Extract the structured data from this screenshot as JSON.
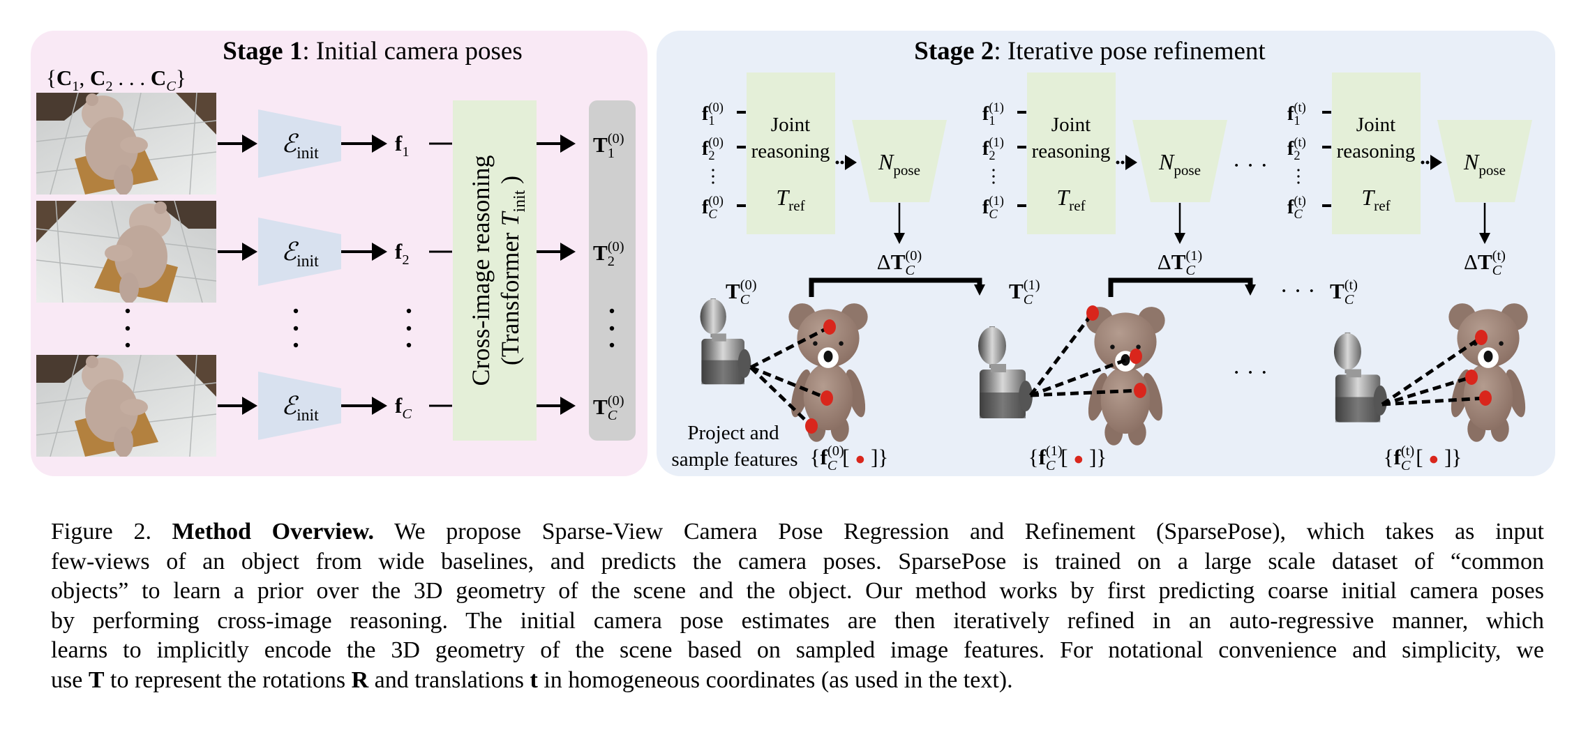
{
  "colors": {
    "stage1_bg": "#f9e9f5",
    "stage2_bg": "#e9eff8",
    "green_block": "#e4efd8",
    "encoder": "#d8e1ef",
    "pose_column": "#cfcfcf",
    "sample_dot": "#d9261c"
  },
  "stage1": {
    "title_bold": "Stage 1",
    "title_rest": ": Initial camera poses",
    "input_set": [
      [
        "{",
        "r"
      ],
      [
        "C",
        "b"
      ],
      [
        "1",
        "r",
        "sub"
      ],
      [
        ", ",
        "r"
      ],
      [
        "C",
        "b"
      ],
      [
        "2",
        "r",
        "sub"
      ],
      [
        " . . . ",
        "r"
      ],
      [
        "C",
        "b"
      ],
      [
        "C",
        "i",
        "sub"
      ],
      [
        "}",
        "r"
      ]
    ],
    "rows": [
      {
        "encoder": [
          [
            "ℰ",
            "i"
          ],
          [
            "init",
            "r",
            "sub"
          ]
        ],
        "feature": [
          [
            "f",
            "b"
          ],
          [
            "1",
            "r",
            "sub"
          ]
        ],
        "pose": [
          [
            "T",
            "b"
          ],
          [
            "(0)",
            "r",
            "sup"
          ],
          [
            "1",
            "r",
            "sub",
            1
          ]
        ]
      },
      {
        "encoder": [
          [
            "ℰ",
            "i"
          ],
          [
            "init",
            "r",
            "sub"
          ]
        ],
        "feature": [
          [
            "f",
            "b"
          ],
          [
            "2",
            "r",
            "sub"
          ]
        ],
        "pose": [
          [
            "T",
            "b"
          ],
          [
            "(0)",
            "r",
            "sup"
          ],
          [
            "2",
            "r",
            "sub",
            1
          ]
        ]
      },
      {
        "encoder": [
          [
            "ℰ",
            "i"
          ],
          [
            "init",
            "r",
            "sub"
          ]
        ],
        "feature": [
          [
            "f",
            "b"
          ],
          [
            "C",
            "i",
            "sub"
          ]
        ],
        "pose": [
          [
            "T",
            "b"
          ],
          [
            "(0)",
            "r",
            "sup"
          ],
          [
            "C",
            "i",
            "sub",
            1
          ]
        ]
      }
    ],
    "transformer_line1": [
      [
        "Cross-image reasoning",
        "r"
      ]
    ],
    "transformer_line2": [
      [
        "(Transformer ",
        "r"
      ],
      [
        "T",
        "i"
      ],
      [
        "init",
        "r",
        "sub"
      ],
      [
        " )",
        "r"
      ]
    ]
  },
  "stage2": {
    "title_bold": "Stage 2",
    "title_rest": ": Iterative pose refinement",
    "blocks": [
      {
        "features": [
          [
            [
              "f",
              "b"
            ],
            [
              "(0)",
              "r",
              "sup"
            ],
            [
              "1",
              "r",
              "sub",
              1
            ]
          ],
          [
            [
              "f",
              "b"
            ],
            [
              "(0)",
              "r",
              "sup"
            ],
            [
              "2",
              "r",
              "sub",
              1
            ]
          ],
          [
            [
              "f",
              "b"
            ],
            [
              "(0)",
              "r",
              "sup"
            ],
            [
              "C",
              "i",
              "sub",
              1
            ]
          ]
        ],
        "joint": "Joint",
        "reasoning": "reasoning",
        "tref": [
          [
            "T",
            "i"
          ],
          [
            "ref",
            "r",
            "sub"
          ]
        ],
        "npose": [
          [
            "N",
            "i"
          ],
          [
            "pose",
            "r",
            "sub"
          ]
        ],
        "delta": [
          [
            "Δ",
            "r"
          ],
          [
            "T",
            "b"
          ],
          [
            "(0)",
            "r",
            "sup"
          ],
          [
            "C",
            "i",
            "sub",
            1
          ]
        ]
      },
      {
        "features": [
          [
            [
              "f",
              "b"
            ],
            [
              "(1)",
              "r",
              "sup"
            ],
            [
              "1",
              "r",
              "sub",
              1
            ]
          ],
          [
            [
              "f",
              "b"
            ],
            [
              "(1)",
              "r",
              "sup"
            ],
            [
              "2",
              "r",
              "sub",
              1
            ]
          ],
          [
            [
              "f",
              "b"
            ],
            [
              "(1)",
              "r",
              "sup"
            ],
            [
              "C",
              "i",
              "sub",
              1
            ]
          ]
        ],
        "joint": "Joint",
        "reasoning": "reasoning",
        "tref": [
          [
            "T",
            "i"
          ],
          [
            "ref",
            "r",
            "sub"
          ]
        ],
        "npose": [
          [
            "N",
            "i"
          ],
          [
            "pose",
            "r",
            "sub"
          ]
        ],
        "delta": [
          [
            "Δ",
            "r"
          ],
          [
            "T",
            "b"
          ],
          [
            "(1)",
            "r",
            "sup"
          ],
          [
            "C",
            "i",
            "sub",
            1
          ]
        ]
      },
      {
        "features": [
          [
            [
              "f",
              "b"
            ],
            [
              "(t)",
              "r",
              "sup"
            ],
            [
              "1",
              "r",
              "sub",
              1
            ]
          ],
          [
            [
              "f",
              "b"
            ],
            [
              "(t)",
              "r",
              "sup"
            ],
            [
              "2",
              "r",
              "sub",
              1
            ]
          ],
          [
            [
              "f",
              "b"
            ],
            [
              "(t)",
              "r",
              "sup"
            ],
            [
              "C",
              "i",
              "sub",
              1
            ]
          ]
        ],
        "joint": "Joint",
        "reasoning": "reasoning",
        "tref": [
          [
            "T",
            "i"
          ],
          [
            "ref",
            "r",
            "sub"
          ]
        ],
        "npose": [
          [
            "N",
            "i"
          ],
          [
            "pose",
            "r",
            "sub"
          ]
        ],
        "delta": [
          [
            "Δ",
            "r"
          ],
          [
            "T",
            "b"
          ],
          [
            "(t)",
            "r",
            "sup"
          ],
          [
            "C",
            "i",
            "sub",
            1
          ]
        ]
      }
    ],
    "poses": [
      [
        [
          "T",
          "b"
        ],
        [
          "(0)",
          "r",
          "sup"
        ],
        [
          "C",
          "i",
          "sub",
          1
        ]
      ],
      [
        [
          "T",
          "b"
        ],
        [
          "(1)",
          "r",
          "sup"
        ],
        [
          "C",
          "i",
          "sub",
          1
        ]
      ],
      [
        [
          "T",
          "b"
        ],
        [
          "(t)",
          "r",
          "sup"
        ],
        [
          "C",
          "i",
          "sub",
          1
        ]
      ]
    ],
    "samples": [
      [
        [
          "{",
          "r"
        ],
        [
          "f",
          "b"
        ],
        [
          "(0)",
          "r",
          "sup"
        ],
        [
          "C",
          "i",
          "sub",
          1
        ],
        [
          " [ ",
          "r"
        ],
        [
          "●",
          "red"
        ],
        [
          " ]",
          "r"
        ],
        [
          "}",
          "r"
        ]
      ],
      [
        [
          "{",
          "r"
        ],
        [
          "f",
          "b"
        ],
        [
          "(1)",
          "r",
          "sup"
        ],
        [
          "C",
          "i",
          "sub",
          1
        ],
        [
          " [ ",
          "r"
        ],
        [
          "●",
          "red"
        ],
        [
          " ]",
          "r"
        ],
        [
          "}",
          "r"
        ]
      ],
      [
        [
          "{",
          "r"
        ],
        [
          "f",
          "b"
        ],
        [
          "(t)",
          "r",
          "sup"
        ],
        [
          "C",
          "i",
          "sub",
          1
        ],
        [
          " [ ",
          "r"
        ],
        [
          "●",
          "red"
        ],
        [
          " ]",
          "r"
        ],
        [
          "}",
          "r"
        ]
      ]
    ],
    "project_line1": "Project and",
    "project_line2": "sample features",
    "ellipsis": "· · ·"
  },
  "caption": {
    "lines": [
      [
        [
          "Figure 2.  ",
          "r"
        ],
        [
          "Method Overview.",
          "b"
        ],
        [
          "  We propose Sparse-View Camera Pose Regression and Refinement (SparsePose), which takes as input",
          "r"
        ]
      ],
      [
        [
          "few-views of an object from wide baselines, and predicts the camera poses.  SparsePose is trained on a large scale dataset of “common",
          "r"
        ]
      ],
      [
        [
          "objects” to learn a prior over the 3D geometry of the scene and the object. Our method works by first predicting coarse initial camera poses",
          "r"
        ]
      ],
      [
        [
          "by performing cross-image reasoning.  The initial camera pose estimates are then iteratively refined in an auto-regressive manner, which",
          "r"
        ]
      ],
      [
        [
          "learns to implicitly encode the 3D geometry of the scene based on sampled image features. For notational convenience and simplicity, we",
          "r"
        ]
      ],
      [
        [
          "use ",
          "r"
        ],
        [
          "T",
          "b"
        ],
        [
          " to represent the rotations ",
          "r"
        ],
        [
          "R",
          "b"
        ],
        [
          " and translations ",
          "r"
        ],
        [
          "t",
          "b"
        ],
        [
          " in homogeneous coordinates (as used in the text).",
          "r"
        ]
      ]
    ]
  }
}
